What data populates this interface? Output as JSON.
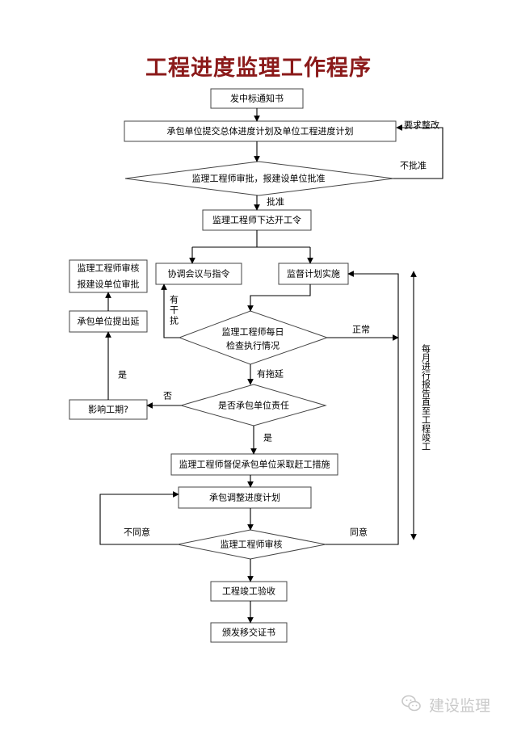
{
  "title": "工程进度监理工作程序",
  "colors": {
    "title": "#8b1a1a",
    "line": "#000000",
    "box_border": "#444444",
    "watermark": "#c9c9c9"
  },
  "nodes": {
    "issue_notice": "发中标通知书",
    "submit_plan": "承包单位提交总体进度计划及单位工程进度计划",
    "engineer_review": "监理工程师审批，报建设单位批准",
    "start_order": "监理工程师下达开工令",
    "coord_meeting": "协调会议与指令",
    "supervise_impl": "监督计划实施",
    "daily_check_line1": "监理工程师每日",
    "daily_check_line2": "检查执行情况",
    "contractor_resp": "是否承包单位责任",
    "urge_measures": "监理工程师督促承包单位采取赶工措施",
    "adjust_plan": "承包调整进度计划",
    "final_review": "监理工程师审核",
    "completion": "工程竣工验收",
    "handover_cert": "颁发移交证书",
    "affect_schedule": "影响工期?",
    "request_extension": "承包单位提出延",
    "review_box_line1": "监理工程师审核",
    "review_box_line2": "报建设单位审批"
  },
  "labels": {
    "require_rectify": "要求整改",
    "not_approved": "不批准",
    "approved": "批准",
    "interference_1": "有",
    "interference_2": "干",
    "interference_3": "扰",
    "normal": "正常",
    "delayed": "有拖延",
    "no": "否",
    "yes_left": "是",
    "yes_down": "是",
    "disagree": "不同意",
    "agree": "同意",
    "monthly_report": "每月进行报告直至工程竣工"
  },
  "watermark": {
    "text": "建设监理",
    "icon": "wechat-icon"
  }
}
